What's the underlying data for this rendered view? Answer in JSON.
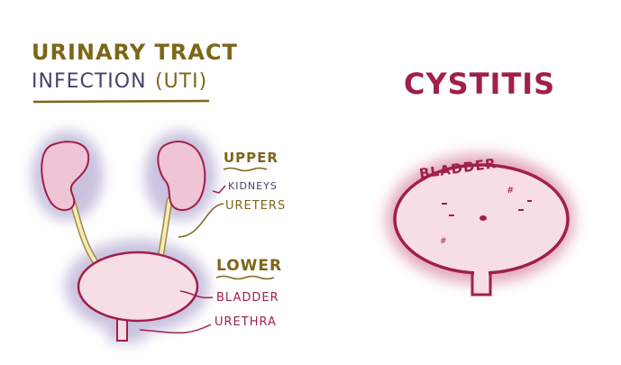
{
  "left_panel": {
    "title_line1": "URINARY TRACT",
    "title_line2": "INFECTION",
    "title_abbrev": "(UTI)",
    "labels": {
      "upper": "UPPER",
      "kidneys": "KIDNEYS",
      "ureters": "URETERS",
      "lower": "LOWER",
      "bladder": "BLADDER",
      "urethra": "URETHRA"
    }
  },
  "right_panel": {
    "title": "CYSTITIS",
    "bladder_label": "BLADDER"
  },
  "colors": {
    "gold": "#7d6519",
    "purple": "#4b3f6e",
    "crimson": "#a01f4c",
    "organ_fill": "#efc4d4",
    "ureter_fill": "#f4ecb4",
    "bladder_fill": "#f7dde6"
  }
}
